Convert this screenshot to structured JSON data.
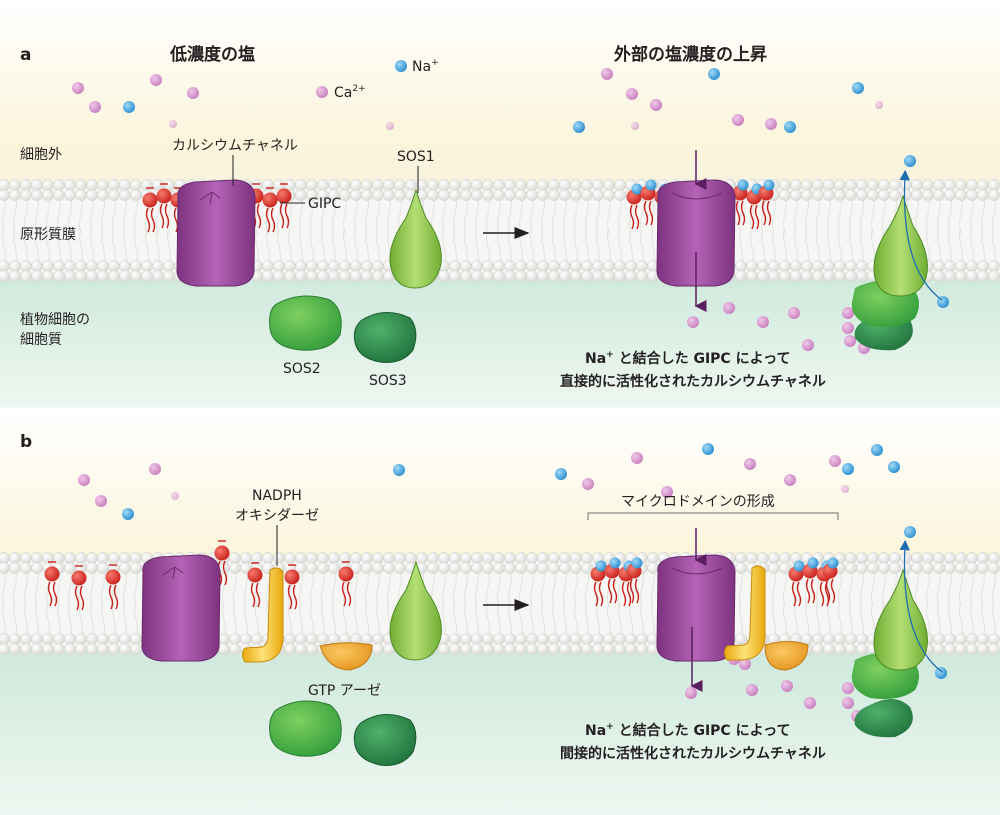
{
  "panel_a": {
    "letter": "a",
    "title_low": "低濃度の塩",
    "title_high": "外部の塩濃度の上昇",
    "na": "Na",
    "na_sup": "+",
    "ca": "Ca",
    "ca_sup": "2+",
    "extracellular": "細胞外",
    "membrane": "原形質膜",
    "cytoplasm_1": "植物細胞の",
    "cytoplasm_2": "細胞質",
    "channel": "カルシウムチャネル",
    "gipc": "GIPC",
    "sos1": "SOS1",
    "sos2": "SOS2",
    "sos3": "SOS3",
    "caption_1_na": "Na",
    "caption_1_sup": "+",
    "caption_1_rest": " と結合した GIPC によって",
    "caption_2": "直接的に活性化されたカルシウムチャネル"
  },
  "panel_b": {
    "letter": "b",
    "nadph_1": "NADPH",
    "nadph_2": "オキシダーゼ",
    "gtpase": "GTP アーゼ",
    "microdomain": "マイクロドメインの形成",
    "caption_1_na": "Na",
    "caption_1_sup": "+",
    "caption_1_rest": " と結合した GIPC によって",
    "caption_2": "間接的に活性化されたカルシウムチャネル"
  },
  "colors": {
    "na_ion": "#3fa9e0",
    "ca_ion": "#d291c8",
    "channel": "#9c4a9f",
    "gipc_head": "#e0312b",
    "sos1": "#8cc63f",
    "sos2": "#4fb848",
    "sos3": "#2e8f48",
    "nadph_oxidase": "#f6c218",
    "gtpase": "#f0a830",
    "arrow": "#5a1f5f"
  }
}
